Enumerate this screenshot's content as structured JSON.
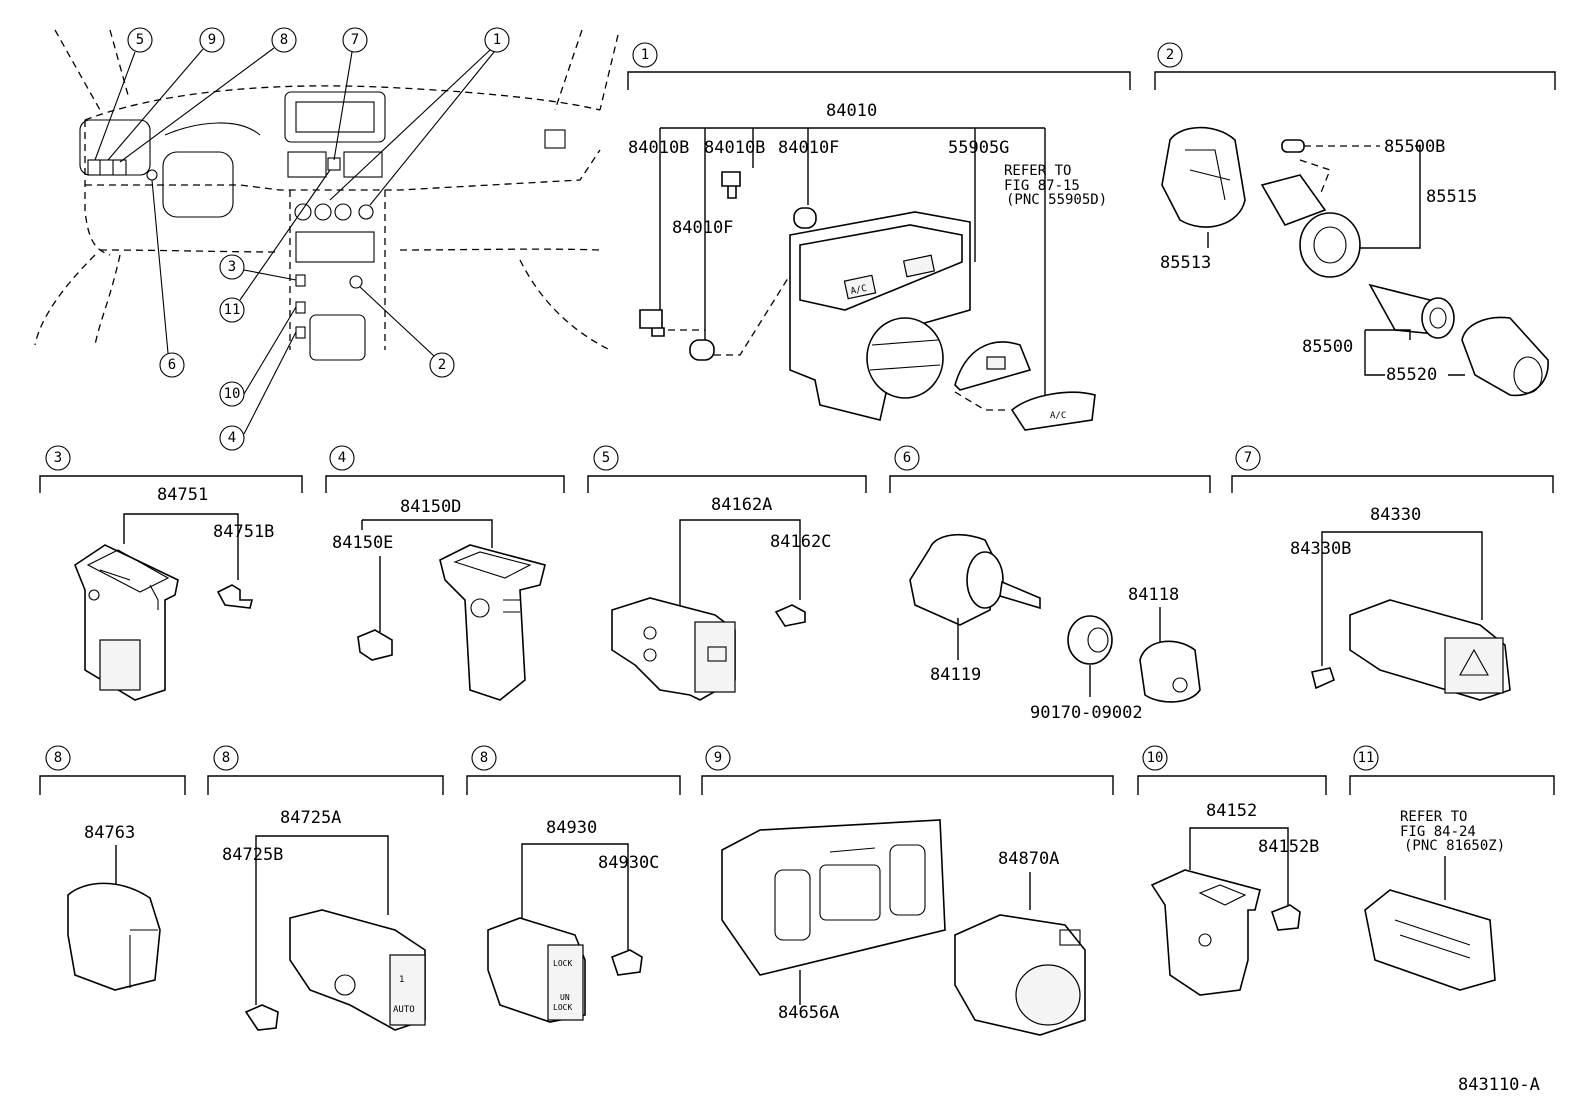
{
  "figure_id": "843110-A",
  "overview": {
    "callouts": [
      {
        "id": "c5",
        "text": "5"
      },
      {
        "id": "c9",
        "text": "9"
      },
      {
        "id": "c8",
        "text": "8"
      },
      {
        "id": "c7",
        "text": "7"
      },
      {
        "id": "c1",
        "text": "1"
      },
      {
        "id": "c11",
        "text": "11"
      },
      {
        "id": "c6",
        "text": "6"
      },
      {
        "id": "c2",
        "text": "2"
      },
      {
        "id": "c3",
        "text": "3"
      },
      {
        "id": "c10",
        "text": "10"
      },
      {
        "id": "c4",
        "text": "4"
      }
    ]
  },
  "groups": [
    {
      "num": "1",
      "labels": {
        "main": "84010",
        "a": "84010B",
        "b": "84010B",
        "c": "84010F",
        "d": "55905G",
        "e": "84010F"
      },
      "refer": [
        "REFER TO",
        "FIG 87-15",
        "(PNC 55905D)"
      ],
      "switch_text": [
        "A/C",
        "A/C"
      ]
    },
    {
      "num": "2",
      "labels": {
        "a": "85500B",
        "b": "85515",
        "c": "85513",
        "d": "85500",
        "e": "85520"
      }
    },
    {
      "num": "3",
      "labels": {
        "a": "84751",
        "b": "84751B"
      }
    },
    {
      "num": "4",
      "labels": {
        "a": "84150D",
        "b": "84150E"
      }
    },
    {
      "num": "5",
      "labels": {
        "a": "84162A",
        "b": "84162C"
      }
    },
    {
      "num": "6",
      "labels": {
        "a": "84119",
        "b": "84118",
        "c": "90170-09002"
      }
    },
    {
      "num": "7",
      "labels": {
        "a": "84330",
        "b": "84330B"
      }
    },
    {
      "num": "8",
      "labels": {
        "a": "84763"
      }
    },
    {
      "num": "8",
      "labels": {
        "a": "84725A",
        "b": "84725B"
      },
      "switch_text": [
        "1",
        "AUTO"
      ]
    },
    {
      "num": "8",
      "labels": {
        "a": "84930",
        "b": "84930C"
      },
      "switch_text": [
        "LOCK",
        "UN",
        "LOCK"
      ]
    },
    {
      "num": "9",
      "labels": {
        "a": "84656A",
        "b": "84870A"
      }
    },
    {
      "num": "10",
      "labels": {
        "a": "84152",
        "b": "84152B"
      }
    },
    {
      "num": "11",
      "refer": [
        "REFER TO",
        "FIG 84-24",
        "(PNC 81650Z)"
      ]
    }
  ]
}
